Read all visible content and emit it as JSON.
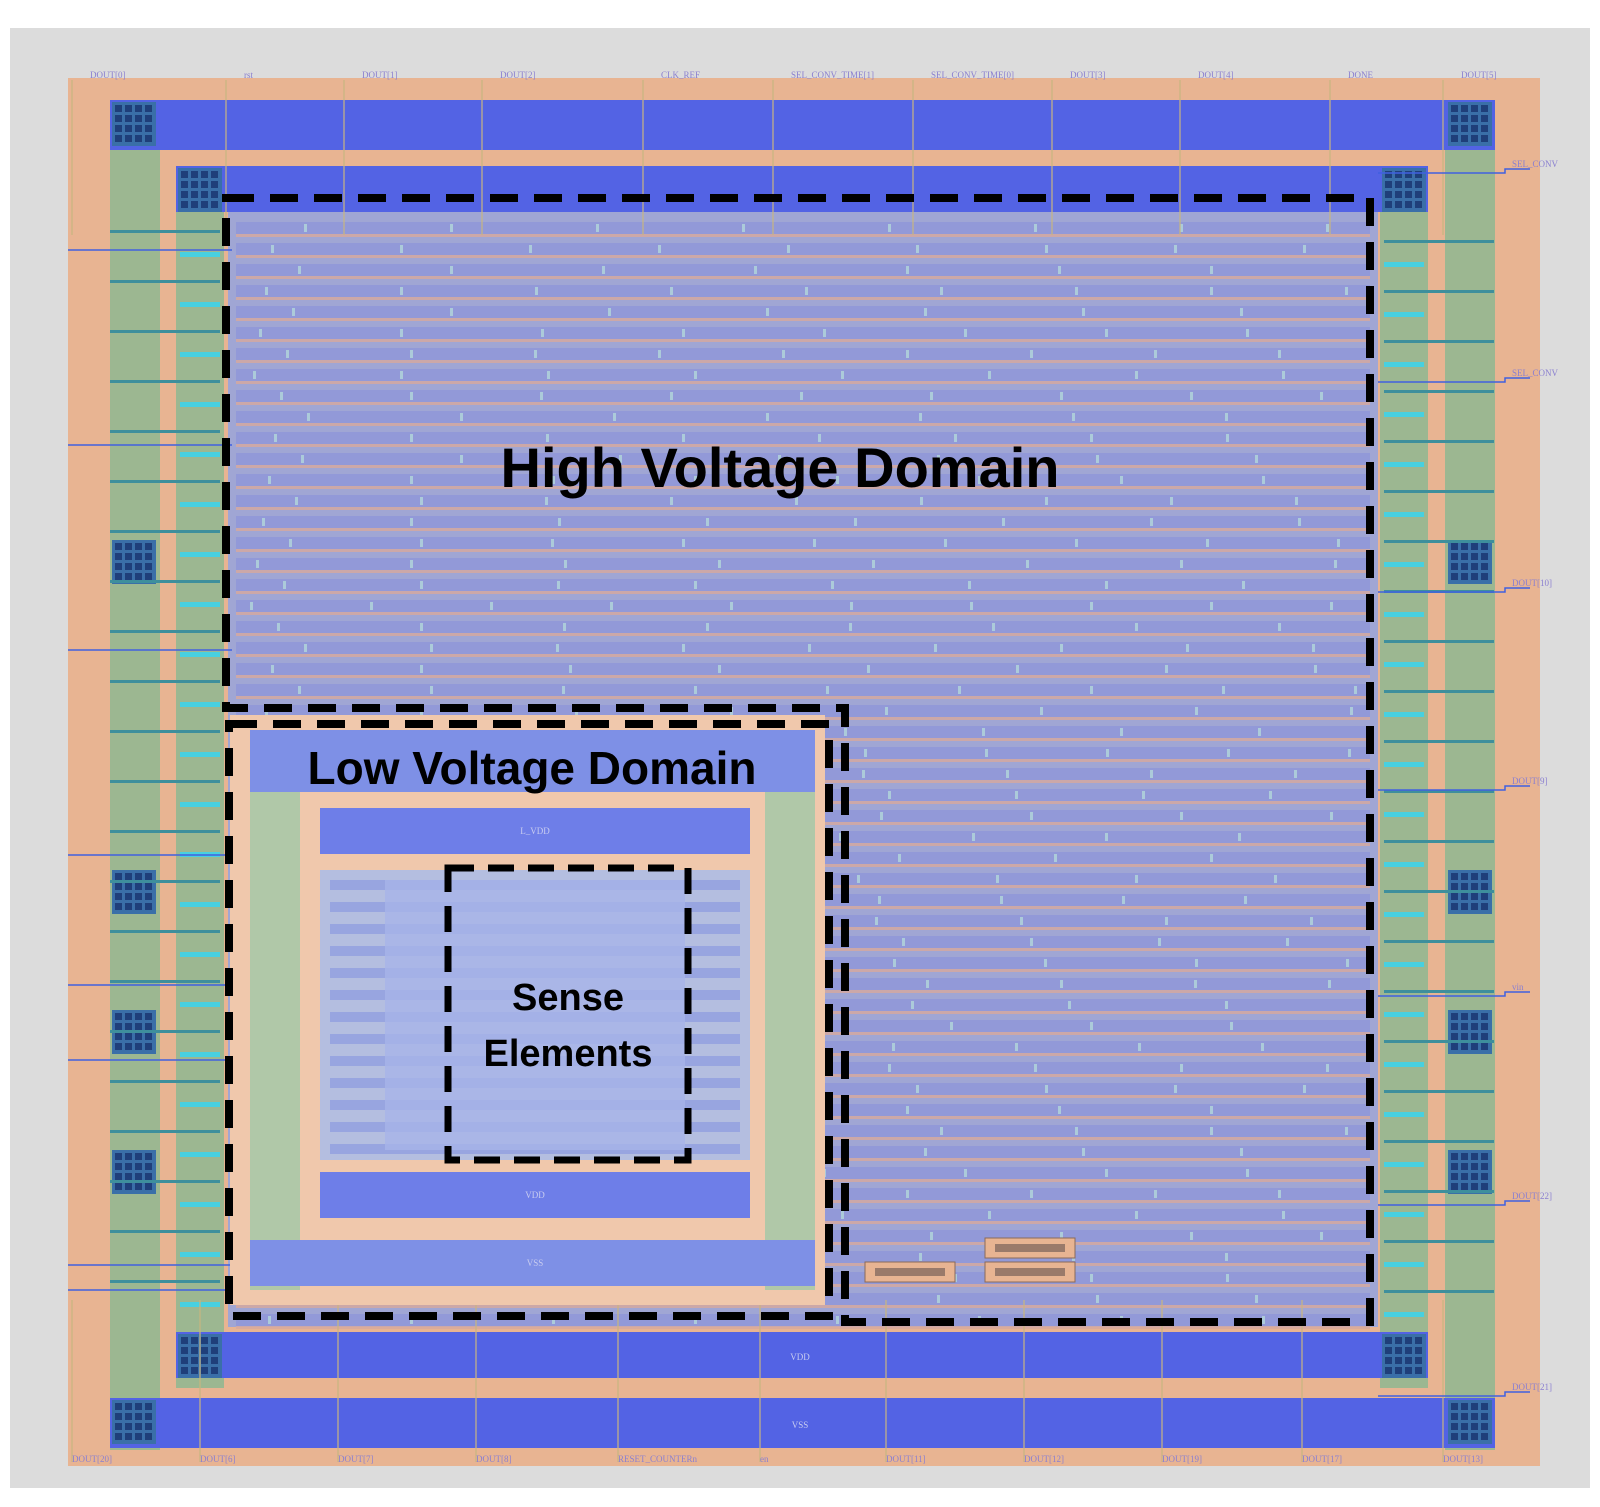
{
  "domains": {
    "high_voltage": "High Voltage Domain",
    "low_voltage": "Low Voltage Domain",
    "sense_elements": [
      "Sense",
      "Elements"
    ]
  },
  "rails": {
    "outer_top": "",
    "inner_top": "",
    "inner_bottom": "VDD",
    "outer_bottom": "VSS",
    "lv_upper": "L_VDD",
    "lv_lower": "VDD",
    "lv_bottom": "VSS"
  },
  "pins": {
    "top": [
      "DOUT[0]",
      "rst",
      "DOUT[1]",
      "DOUT[2]",
      "CLK_REF",
      "SEL_CONV_TIME[1]",
      "SEL_CONV_TIME[0]",
      "DOUT[3]",
      "DOUT[4]",
      "DONE",
      "DOUT[5]"
    ],
    "bottom": [
      "DOUT[20]",
      "DOUT[6]",
      "DOUT[7]",
      "DOUT[8]",
      "RESET_COUNTERn",
      "en",
      "DOUT[11]",
      "DOUT[12]",
      "DOUT[19]",
      "DOUT[17]",
      "DOUT[13]"
    ],
    "right": [
      "SEL_CONV",
      "SEL_CONV",
      "DOUT[10]",
      "DOUT[9]",
      "vin",
      "DOUT[22]",
      "DOUT[21]"
    ]
  },
  "colors": {
    "background": "#dcdcdc",
    "pad_ring": "#e8b492",
    "metal_rail": "#5363e4",
    "side_rail": "#9cb791",
    "core_fill": "#a0a6d4",
    "outline": "#000000"
  }
}
